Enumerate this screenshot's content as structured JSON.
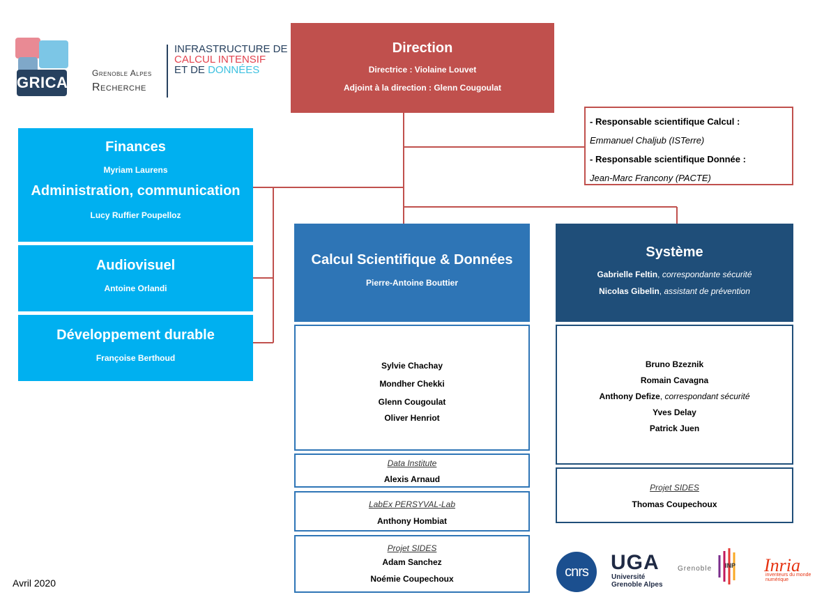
{
  "logo": {
    "gricad": "GRICAD",
    "ga_small": "Grenoble Alpes",
    "ga_big": "Recherche",
    "infra_line1": "INFRASTRUCTURE DE",
    "infra_line2": "CALCUL INTENSIF",
    "infra_line3a": "ET DE ",
    "infra_line3b": "DONNÉES"
  },
  "direction": {
    "title": "Direction",
    "line1": "Directrice : Violaine Louvet",
    "line2": "Adjoint à la direction : Glenn Cougoulat"
  },
  "scientific": {
    "resp_calcul_label": "- Responsable scientifique Calcul :",
    "resp_calcul_name": "Emmanuel Chaljub (ISTerre)",
    "resp_donnee_label": "- Responsable scientifique Donnée :",
    "resp_donnee_name": "Jean-Marc Francony (PACTE)"
  },
  "support": {
    "finances_title": "Finances",
    "finances_name": "Myriam Laurens",
    "admin_title": "Administration,  communication",
    "admin_name": "Lucy Ruffier Poupelloz",
    "audio_title": "Audiovisuel",
    "audio_name": "Antoine Orlandi",
    "dev_title": "Développement durable",
    "dev_name": "Françoise Berthoud"
  },
  "calcul": {
    "title": "Calcul Scientifique & Données",
    "lead": "Pierre-Antoine Bouttier",
    "members": [
      "Sylvie Chachay",
      "Mondher Chekki",
      "Glenn Cougoulat",
      "Oliver Henriot"
    ],
    "data_institute_label": "Data Institute",
    "data_institute_name": "Alexis Arnaud",
    "labex_label": "LabEx PERSYVAL-Lab",
    "labex_name": "Anthony Hombiat",
    "sides_label": "Projet SIDES",
    "sides_names": [
      "Adam Sanchez",
      "Noémie Coupechoux"
    ]
  },
  "systeme": {
    "title": "Système",
    "lead1_name": "Gabrielle Feltin",
    "lead1_role": "correspondante sécurité",
    "lead2_name": "Nicolas Gibelin",
    "lead2_role": "assistant de prévention",
    "member1": "Bruno Bzeznik",
    "member2": "Romain Cavagna",
    "member3_name": "Anthony Defize",
    "member3_role": "correspondant sécurité",
    "member4": "Yves Delay",
    "member5": "Patrick Juen",
    "sides_label": "Projet SIDES",
    "sides_name": "Thomas Coupechoux"
  },
  "footer": {
    "date": "Avril 2020",
    "cnrs": "cnrs",
    "uga": "UGA",
    "uga_sub1": "Université",
    "uga_sub2": "Grenoble Alpes",
    "grenoble_inp": "Grenoble",
    "inp": "INP",
    "inria": "Inria",
    "inria_sub": "inventeurs du monde numérique"
  },
  "colors": {
    "direction": "#c0504d",
    "support": "#00b0f0",
    "calcul": "#2e75b6",
    "systeme": "#1f4e79"
  }
}
